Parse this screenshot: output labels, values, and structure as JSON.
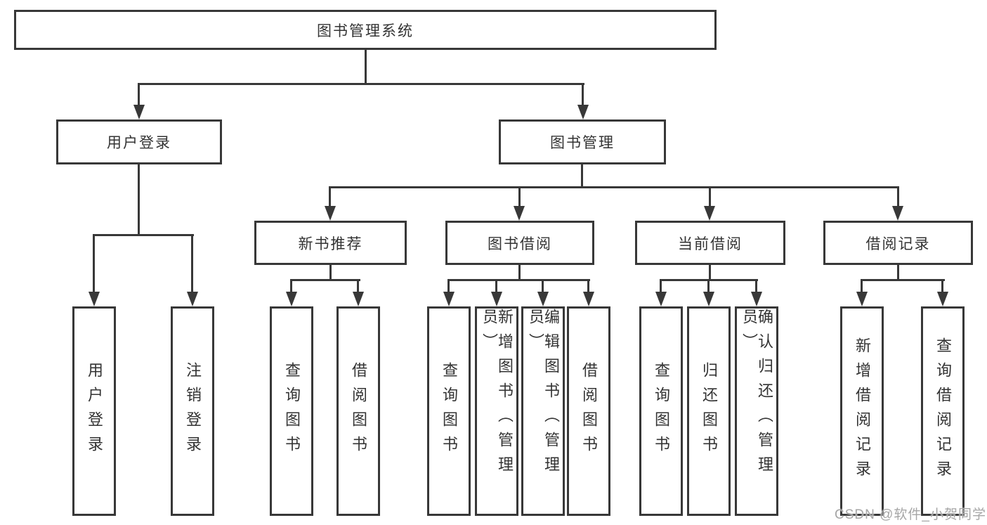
{
  "root": {
    "label": "图书管理系统"
  },
  "user_login": {
    "label": "用户登录",
    "children": [
      {
        "label": "用户登录"
      },
      {
        "label": "注销登录"
      }
    ]
  },
  "book_management": {
    "label": "图书管理",
    "new_book_recommend": {
      "label": "新书推荐",
      "children": [
        {
          "label": "查询图书"
        },
        {
          "label": "借阅图书"
        }
      ]
    },
    "book_borrow": {
      "label": "图书借阅",
      "children": [
        {
          "label": "查询图书"
        },
        {
          "label": "新增图书（管理员）"
        },
        {
          "label": "编辑图书（管理员）"
        },
        {
          "label": "借阅图书"
        }
      ]
    },
    "current_borrow": {
      "label": "当前借阅",
      "children": [
        {
          "label": "查询图书"
        },
        {
          "label": "归还图书"
        },
        {
          "label": "确认归还（管理员）"
        }
      ]
    },
    "borrow_record": {
      "label": "借阅记录",
      "children": [
        {
          "label": "新增借阅记录"
        },
        {
          "label": "查询借阅记录"
        }
      ]
    }
  },
  "watermark": {
    "text": "CSDN @软件_小贺同学"
  },
  "colors": {
    "line": "#383838",
    "text": "#333333",
    "watermark": "#a6a6a6",
    "box_fill": "#ffffff"
  }
}
